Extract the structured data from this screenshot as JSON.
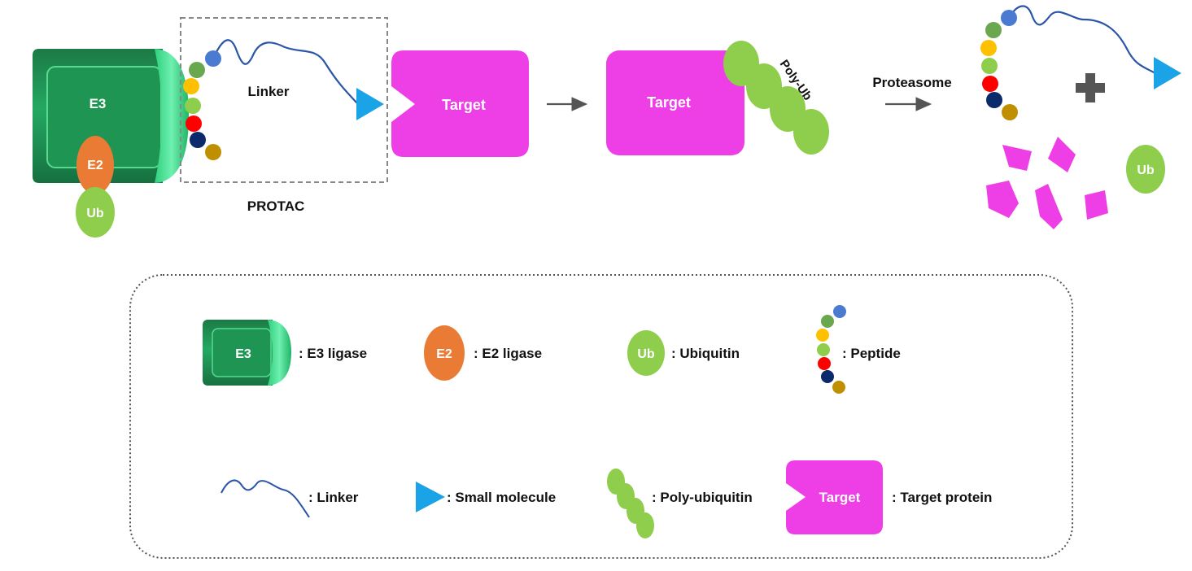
{
  "top": {
    "e3_label": "E3",
    "e2_label": "E2",
    "ub_label": "Ub",
    "linker_label": "Linker",
    "protac_label": "PROTAC",
    "target_label": "Target",
    "target2_label": "Target",
    "polyub_label": "Poly-Ub",
    "proteasome_label": "Proteasome",
    "ub_free_label": "Ub"
  },
  "legend": {
    "e3_icon_label": "E3",
    "e3_text": ": E3 ligase",
    "e2_icon_label": "E2",
    "e2_text": ": E2 ligase",
    "ub_icon_label": "Ub",
    "ub_text": ": Ubiquitin",
    "peptide_text": ": Peptide",
    "linker_text": ": Linker",
    "small_molecule_text": ": Small molecule",
    "polyub_text": ": Poly-ubiquitin",
    "target_icon_label": "Target",
    "target_text": ": Target protein"
  },
  "colors": {
    "e3_green": "#1a9a56",
    "e2_orange": "#ea7b34",
    "ub_green": "#8fce4c",
    "target_magenta": "#ee3fe6",
    "linker_blue": "#2b55a8",
    "small_molecule_cyan": "#1aa3e6",
    "peptide_beads": [
      "#4a7bd0",
      "#6aa84f",
      "#ffc000",
      "#8fce4c",
      "#ff0000",
      "#0b2a6b",
      "#bf8f00"
    ]
  }
}
